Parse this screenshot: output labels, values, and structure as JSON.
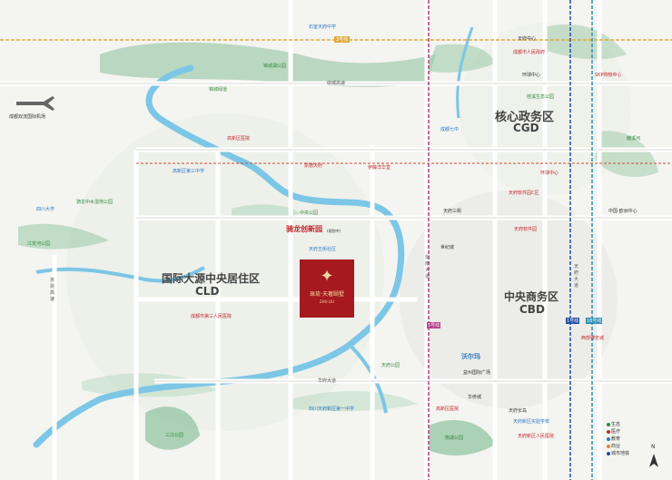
{
  "districts": {
    "cgd_cn": "核心政务区",
    "cgd_en": "CGD",
    "cld_cn": "国际大源中央居住区",
    "cld_en": "CLD",
    "cbd_cn": "中央商务区",
    "cbd_en": "CBD",
    "xinyuan": "骑龙创新园",
    "xinyuan_note": "(规划中)"
  },
  "roads": {
    "ring3": "3号线",
    "ring3_b": "3号线",
    "shuanglin": "绕城高速",
    "huafu": "华府大道",
    "jiaoyu": "天府三街",
    "tianfu": "天府大道",
    "jinghong": "京昆高速",
    "line1": "1号线",
    "line18": "18号线",
    "line5": "5号线",
    "jiantai": "剑南大道"
  },
  "places": [
    {
      "t": "石室天府中学",
      "c": "blue"
    },
    {
      "t": "锦城湖公园",
      "c": "green"
    },
    {
      "t": "成都双流国际机场",
      "c": "dark"
    },
    {
      "t": "四川大学",
      "c": "blue"
    },
    {
      "t": "骑龙中水湿地公园",
      "c": "green"
    },
    {
      "t": "江安河公园",
      "c": "green"
    },
    {
      "t": "南湖公园",
      "c": "green"
    },
    {
      "t": "三江公园",
      "c": "green"
    },
    {
      "t": "天府中心",
      "c": "dark"
    },
    {
      "t": "成都市人民政府",
      "c": "red"
    },
    {
      "t": "环球中心",
      "c": "dark"
    },
    {
      "t": "桂溪生态公园",
      "c": "green"
    },
    {
      "t": "SKP购物中心",
      "c": "red"
    },
    {
      "t": "中国·欧洲中心",
      "c": "dark"
    },
    {
      "t": "天府软件园",
      "c": "red"
    },
    {
      "t": "成都市第三人民医院",
      "c": "red"
    },
    {
      "t": "天府五街社区",
      "c": "blue"
    },
    {
      "t": "凯德天府",
      "c": "red"
    },
    {
      "t": "沃尔玛",
      "c": "blue"
    },
    {
      "t": "益州国际广场",
      "c": "dark"
    },
    {
      "t": "伊藤洋华堂",
      "c": "red"
    },
    {
      "t": "高新区第三中学",
      "c": "blue"
    },
    {
      "t": "高新区医院",
      "c": "red"
    },
    {
      "t": "中央公园",
      "c": "green"
    },
    {
      "t": "天府三街",
      "c": "dark"
    },
    {
      "t": "世纪城",
      "c": "dark"
    },
    {
      "t": "华侨城",
      "c": "dark"
    },
    {
      "t": "成都七中",
      "c": "blue"
    },
    {
      "t": "天府新区实验学校",
      "c": "blue"
    },
    {
      "t": "四川天府新区第一中学",
      "c": "blue"
    },
    {
      "t": "天府软件园C区",
      "c": "red"
    },
    {
      "t": "高新区医院",
      "c": "red"
    },
    {
      "t": "环球中心",
      "c": "red"
    },
    {
      "t": "天府长岛",
      "c": "dark"
    },
    {
      "t": "天府新区人民医院",
      "c": "red"
    },
    {
      "t": "西部博览城",
      "c": "red"
    },
    {
      "t": "锦城绿道",
      "c": "green"
    },
    {
      "t": "天府公园",
      "c": "green"
    },
    {
      "t": "鹿溪河",
      "c": "green"
    }
  ],
  "project": {
    "name": "珠琉·天著颐墅",
    "en": "ZHU LIU"
  },
  "legend": [
    "生态",
    "医疗",
    "教育",
    "商业",
    "城市地铁"
  ],
  "north": "N"
}
